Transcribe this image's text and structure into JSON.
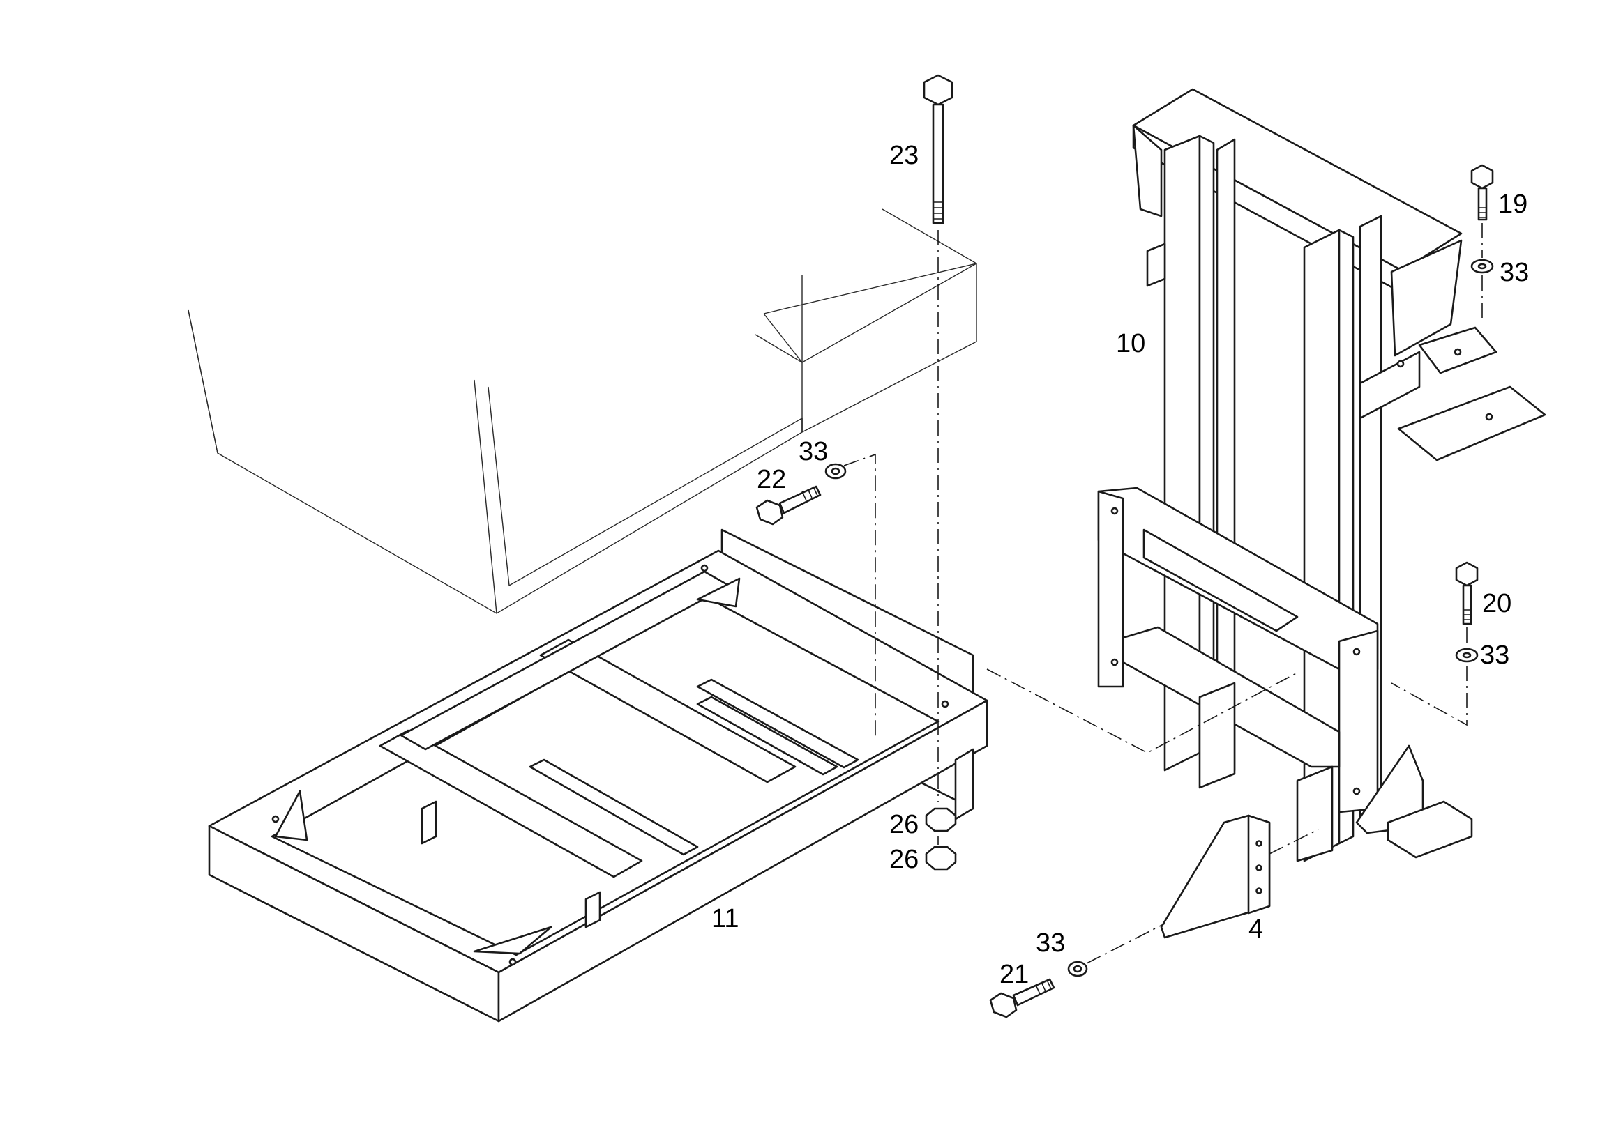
{
  "callouts": {
    "c4": "4",
    "c10": "10",
    "c11": "11",
    "c19": "19",
    "c20": "20",
    "c21": "21",
    "c22": "22",
    "c23": "23",
    "c26a": "26",
    "c26b": "26",
    "c33a": "33",
    "c33b": "33",
    "c33c": "33",
    "c33d": "33"
  }
}
